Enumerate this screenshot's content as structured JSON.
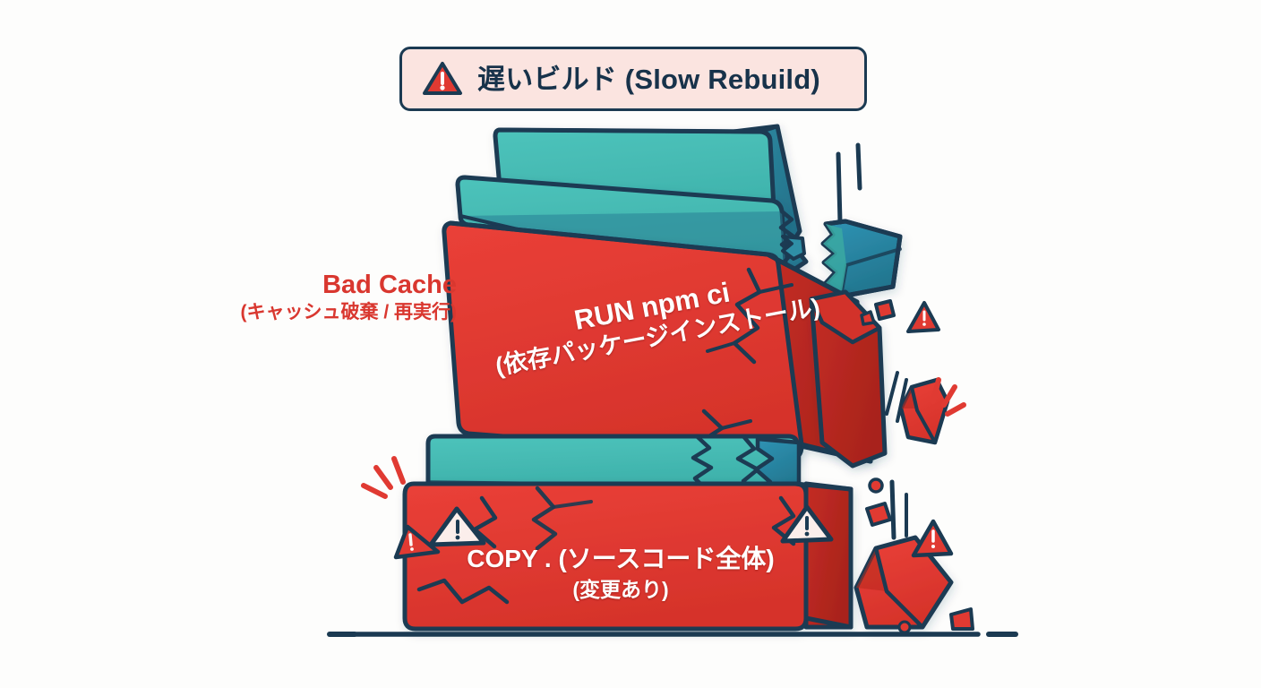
{
  "figure": {
    "background_color": "#fdfdfc",
    "outline_color": "#1b3a52",
    "theme": "collapsing-docker-layer-stack"
  },
  "banner": {
    "icon": "warning-triangle-icon",
    "title": "遅いビルド (Slow Rebuild)",
    "background_color": "#fbe4e0",
    "border_color": "#1b3a52",
    "icon_fill": "#e03a32"
  },
  "callout": {
    "heading": "Bad Cache",
    "subtext": "(キャッシュ破棄 / 再実行)",
    "color": "#d9372f"
  },
  "stack": {
    "layers": [
      {
        "id": "layer-top-slab",
        "kind": "cached-layer",
        "label": "",
        "color": "#46bcb5",
        "side_color": "#2a7f96",
        "state": "intact"
      },
      {
        "id": "layer-second-slab",
        "kind": "cached-layer",
        "label": "",
        "color": "#45b9b4",
        "side_color": "#2a7f96",
        "state": "cracked"
      },
      {
        "id": "layer-run-npm-ci",
        "kind": "invalidated-layer",
        "label_main": "RUN npm ci",
        "label_sub": "(依存パッケージインストール)",
        "color": "#e03a32",
        "side_color": "#b8281f",
        "state": "broken"
      },
      {
        "id": "layer-third-slab",
        "kind": "cached-layer",
        "label": "",
        "color": "#46bcb5",
        "side_color": "#2a7f96",
        "state": "cracked"
      },
      {
        "id": "layer-copy-source",
        "kind": "invalidated-layer",
        "label_main": "COPY . (ソースコード全体)",
        "label_sub": "(変更あり)",
        "color": "#e8332b",
        "side_color": "#c02a22",
        "state": "cracked"
      }
    ]
  },
  "debris": {
    "teal_chunk_count": 2,
    "red_chunk_count": 7,
    "warning_triangle_count": 4,
    "motion_line_count": 6,
    "impact_dash_count": 6
  },
  "ground": {
    "style": "dashed-baseline",
    "color": "#1b3a52"
  },
  "colors": {
    "red": "#e03a32",
    "red_dark": "#b8281f",
    "teal": "#46bcb5",
    "teal_dark": "#2a7f96",
    "navy": "#1b3a52",
    "pink": "#fbe4e0",
    "white": "#ffffff"
  }
}
